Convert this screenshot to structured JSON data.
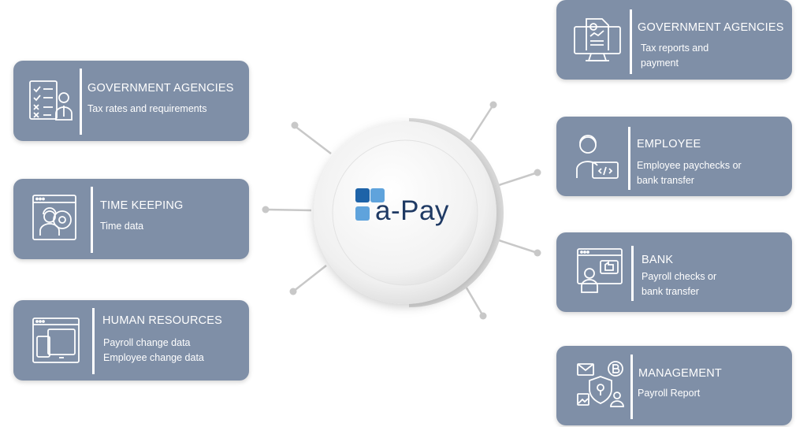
{
  "brand": {
    "name": "a-Pay",
    "logo_color_primary": "#1e63a8",
    "logo_color_secondary": "#5fa3dc",
    "text_color": "#1f3a64"
  },
  "colors": {
    "card_bg": "#7f8fa7",
    "card_text": "#ffffff",
    "connector": "#c8c8c8"
  },
  "left_cards": [
    {
      "icon": "checklist-person-icon",
      "title": "GOVERNMENT AGENCIES",
      "lines": [
        "Tax rates and requirements"
      ]
    },
    {
      "icon": "worker-gear-icon",
      "title": "TIME KEEPING",
      "lines": [
        "Time data"
      ]
    },
    {
      "icon": "devices-icon",
      "title": "HUMAN RESOURCES",
      "lines": [
        "Payroll change data",
        "Employee change data"
      ]
    }
  ],
  "right_cards": [
    {
      "icon": "monitor-report-icon",
      "title": "GOVERNMENT AGENCIES",
      "lines": [
        "Tax reports and",
        "payment"
      ]
    },
    {
      "icon": "developer-laptop-icon",
      "title": "EMPLOYEE",
      "lines": [
        "Employee paychecks or",
        "bank transfer"
      ]
    },
    {
      "icon": "person-thumbs-up-icon",
      "title": "BANK",
      "lines": [
        "Payroll checks or",
        "bank transfer"
      ]
    },
    {
      "icon": "shield-lock-security-icon",
      "title": "MANAGEMENT",
      "lines": [
        "Payroll Report"
      ]
    }
  ]
}
